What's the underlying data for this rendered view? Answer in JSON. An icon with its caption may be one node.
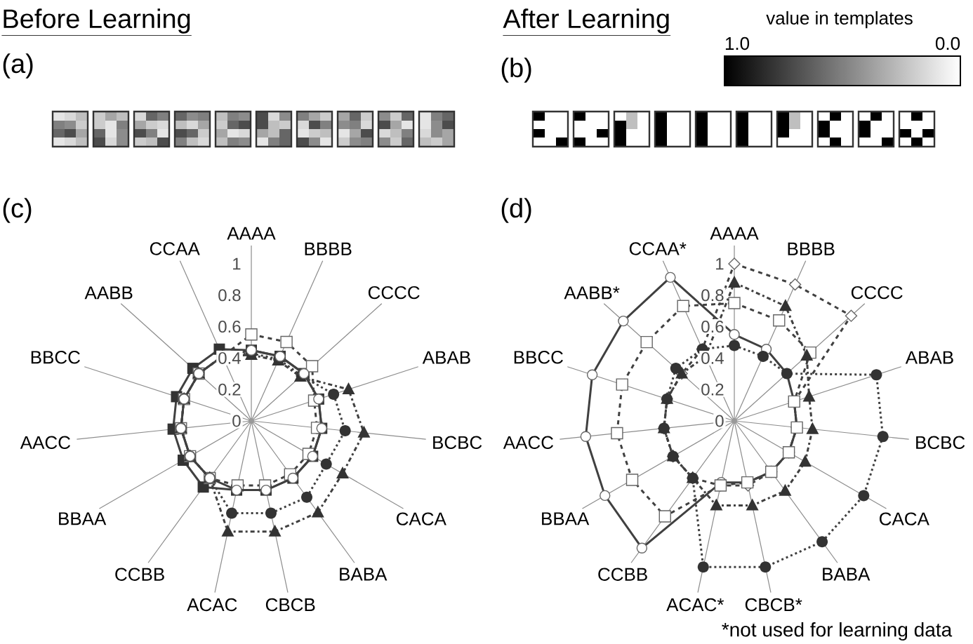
{
  "diagram": {
    "labels": [
      "Before Learning",
      "After Learning",
      "value in templates",
      "(a)",
      "(b)",
      "1.0",
      "0.0",
      "(c)",
      "(d)",
      "AAAA",
      "BBBB",
      "CCCC",
      "ABAB",
      "BCBC",
      "CACA",
      "BABA",
      "CBCB",
      "ACAC",
      "CCBB",
      "BBAA",
      "AACC",
      "BBCC",
      "AABB",
      "CCAA",
      "1",
      "0.8",
      "0.6",
      "0.4",
      "0.2",
      "0",
      "AAAA",
      "BBBB",
      "CCCC",
      "ABAB",
      "BCBC",
      "CACA",
      "BABA",
      "CBCB*",
      "ACAC*",
      "CCBB",
      "BBAA",
      "AACC",
      "BBCC",
      "AABB*",
      "CCAA*",
      "1",
      "0.8",
      "0.6",
      "0.4",
      "0.2",
      "0",
      "*not used for learning data"
    ]
  }
}
